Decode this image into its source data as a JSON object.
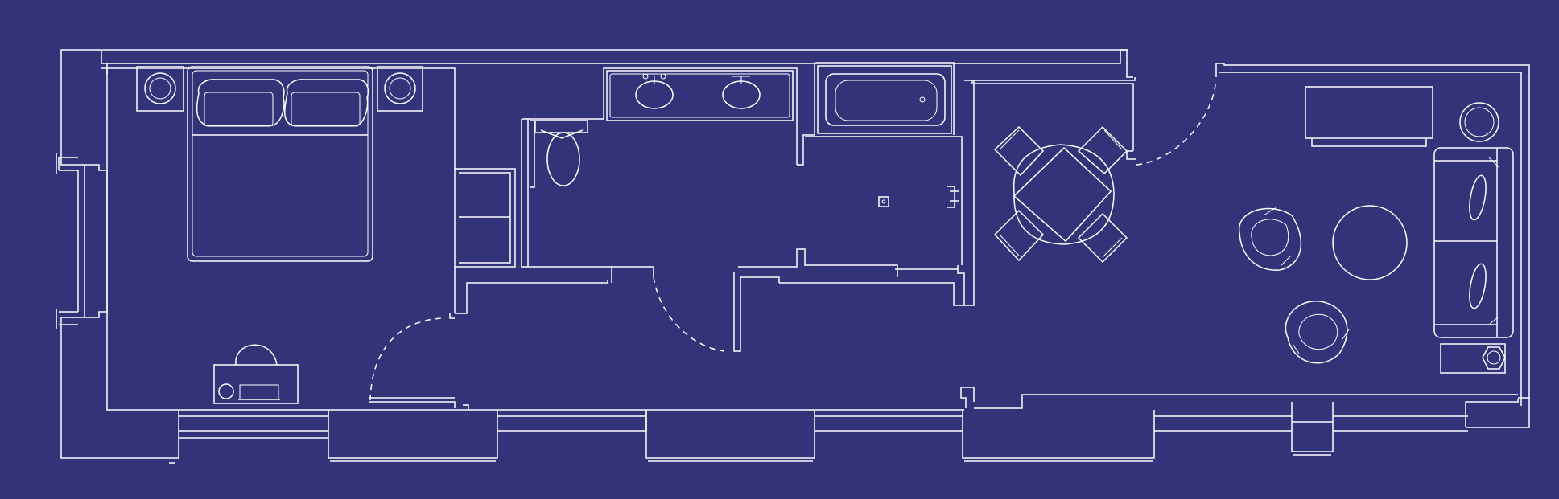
{
  "colors": {
    "background": "#33337a",
    "line": "#ffffff"
  },
  "plan": {
    "rooms": [
      "bedroom",
      "bathroom",
      "shower",
      "dining",
      "living"
    ],
    "icons": {
      "bed": "double-bed-icon",
      "lamp": "round-lamp-icon",
      "toilet": "toilet-icon",
      "sink": "sink-icon",
      "bathtub": "bathtub-icon",
      "table": "dining-table-icon",
      "chair": "chair-icon",
      "sofa": "sofa-icon",
      "armchair": "armchair-icon",
      "desk": "desk-icon",
      "coffee_table": "coffee-table-icon",
      "tv": "tv-console-icon"
    }
  }
}
